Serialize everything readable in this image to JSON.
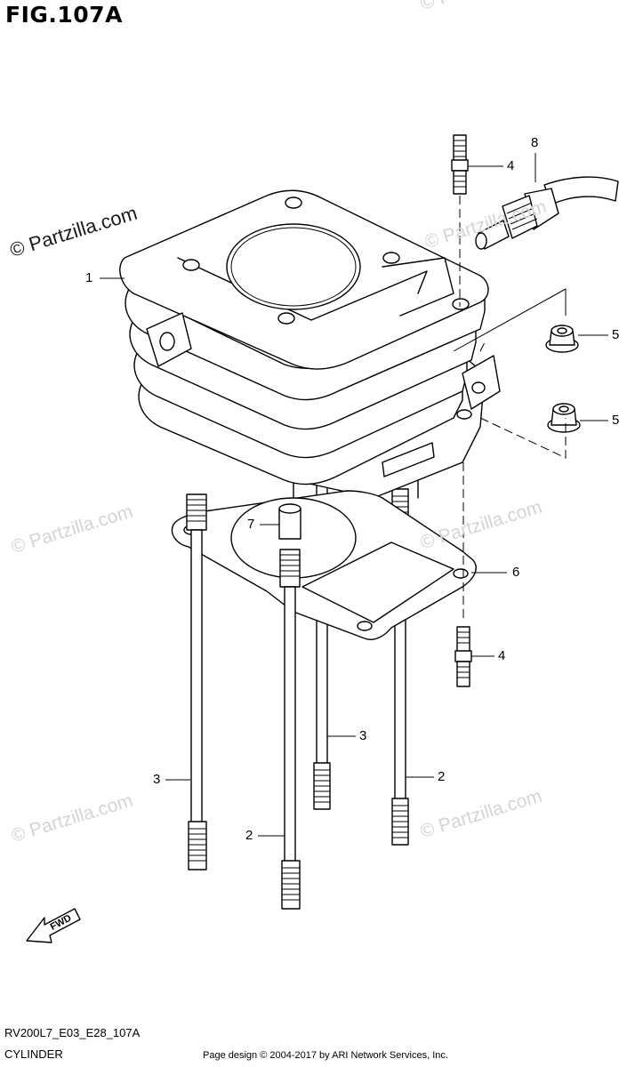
{
  "figure": {
    "title": "FIG.107A",
    "model_code": "RV200L7_E03_E28_107A",
    "section_name": "CYLINDER",
    "copyright": "Page design © 2004-2017 by ARI Network Services, Inc."
  },
  "watermark": {
    "text": "© Partzilla.com"
  },
  "callouts": [
    {
      "id": "callout-1",
      "label": "1"
    },
    {
      "id": "callout-2a",
      "label": "2"
    },
    {
      "id": "callout-2b",
      "label": "2"
    },
    {
      "id": "callout-3a",
      "label": "3"
    },
    {
      "id": "callout-3b",
      "label": "3"
    },
    {
      "id": "callout-4a",
      "label": "4"
    },
    {
      "id": "callout-4b",
      "label": "4"
    },
    {
      "id": "callout-5a",
      "label": "5"
    },
    {
      "id": "callout-5b",
      "label": "5"
    },
    {
      "id": "callout-6",
      "label": "6"
    },
    {
      "id": "callout-7",
      "label": "7"
    },
    {
      "id": "callout-8",
      "label": "8"
    }
  ],
  "fwd_arrow": {
    "label": "FWD"
  }
}
